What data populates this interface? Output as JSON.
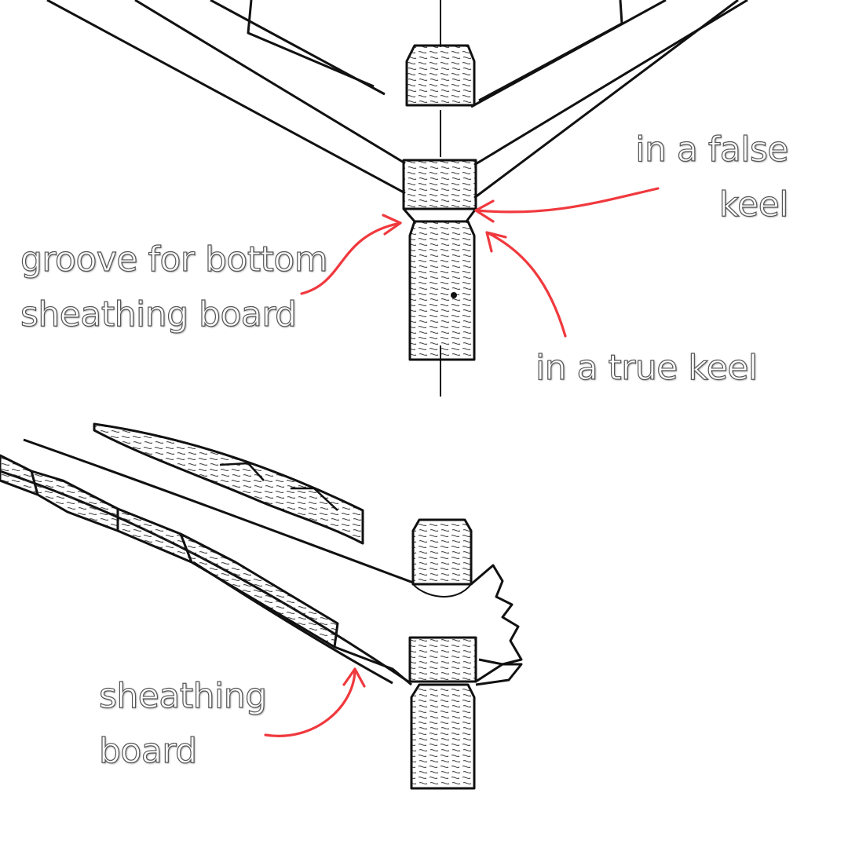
{
  "labels": {
    "false_keel": {
      "line1": "in a false",
      "line2": "keel"
    },
    "groove": {
      "line1": "groove for bottom",
      "line2": "sheathing board"
    },
    "true_keel": {
      "line1": "in a true keel"
    },
    "sheathing": {
      "line1": "sheathing",
      "line2": "board"
    }
  },
  "colors": {
    "arrow": "#f0393e",
    "ink": "#111111",
    "paper": "#ffffff"
  }
}
